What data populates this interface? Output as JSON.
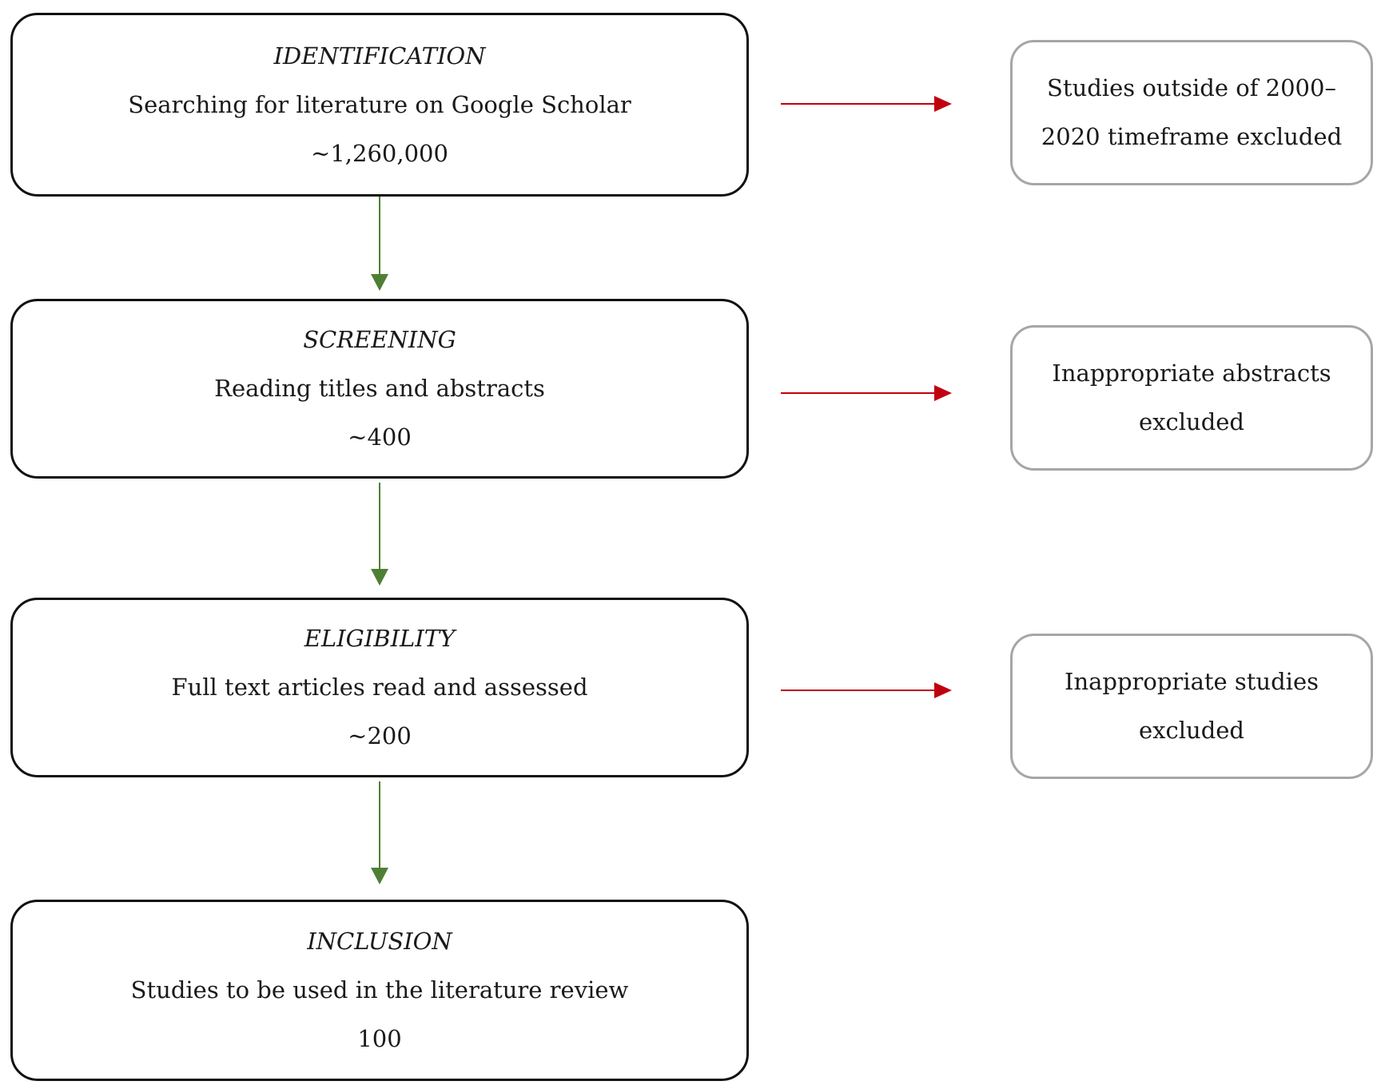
{
  "stages": [
    {
      "name": "IDENTIFICATION",
      "description": "Searching for literature on Google Scholar",
      "count": "~1,260,000"
    },
    {
      "name": "SCREENING",
      "description": "Reading titles and abstracts",
      "count": "~400"
    },
    {
      "name": "ELIGIBILITY",
      "description": "Full text articles read and assessed",
      "count": "~200"
    },
    {
      "name": "INCLUSION",
      "description": "Studies to be used in the literature review",
      "count": "100"
    }
  ],
  "exclusions": [
    {
      "line1": "Studies outside of 2000–",
      "line2": "2020 timeframe excluded"
    },
    {
      "line1": "Inappropriate abstracts",
      "line2": "excluded"
    },
    {
      "line1": "Inappropriate studies",
      "line2": "excluded"
    }
  ],
  "colors": {
    "flow_arrow": "#4f7f35",
    "exclusion_arrow": "#c0000f",
    "stage_border": "#111111",
    "exclusion_border": "#a6a6a6"
  }
}
